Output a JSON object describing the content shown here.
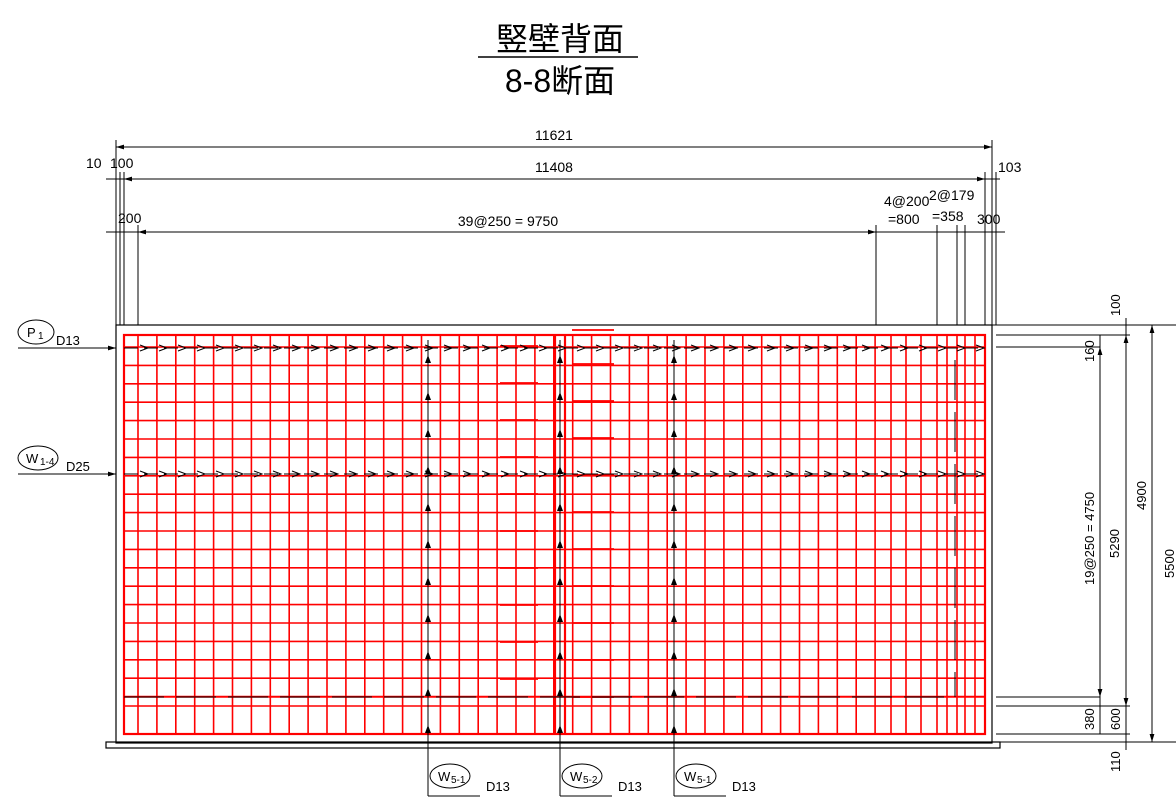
{
  "titles": {
    "main": "竪壁背面",
    "sub": "8-8断面"
  },
  "dimensions": {
    "overall_width": "11621",
    "inner_width": "11408",
    "left_cover": "10",
    "left_edge": "100",
    "right_edge": "103",
    "first_space": "200",
    "main_spacing": "39@250 = 9750",
    "spacing_b_top": "4@200",
    "spacing_b_bottom": "=800",
    "spacing_c_top": "2@179",
    "spacing_c_bottom": "=358",
    "end_space": "300",
    "v_top_cover": "100",
    "v_top_space": "160",
    "v_spacing": "19@250 = 4750",
    "v_5290": "5290",
    "v_4900": "4900",
    "v_5500": "5500",
    "v_bottom_space": "380",
    "v_600": "600",
    "v_110": "110"
  },
  "rebar_tags": [
    {
      "mark": "P",
      "sub": "1",
      "dia": "D13"
    },
    {
      "mark": "W",
      "sub": "1-4",
      "dia": "D25"
    },
    {
      "mark": "W",
      "sub": "5-1",
      "dia": "D13"
    },
    {
      "mark": "W",
      "sub": "5-2",
      "dia": "D13"
    },
    {
      "mark": "W",
      "sub": "5-1",
      "dia": "D13"
    }
  ],
  "colors": {
    "rebar": "#ff0000",
    "line": "#000000",
    "background": "#ffffff"
  }
}
